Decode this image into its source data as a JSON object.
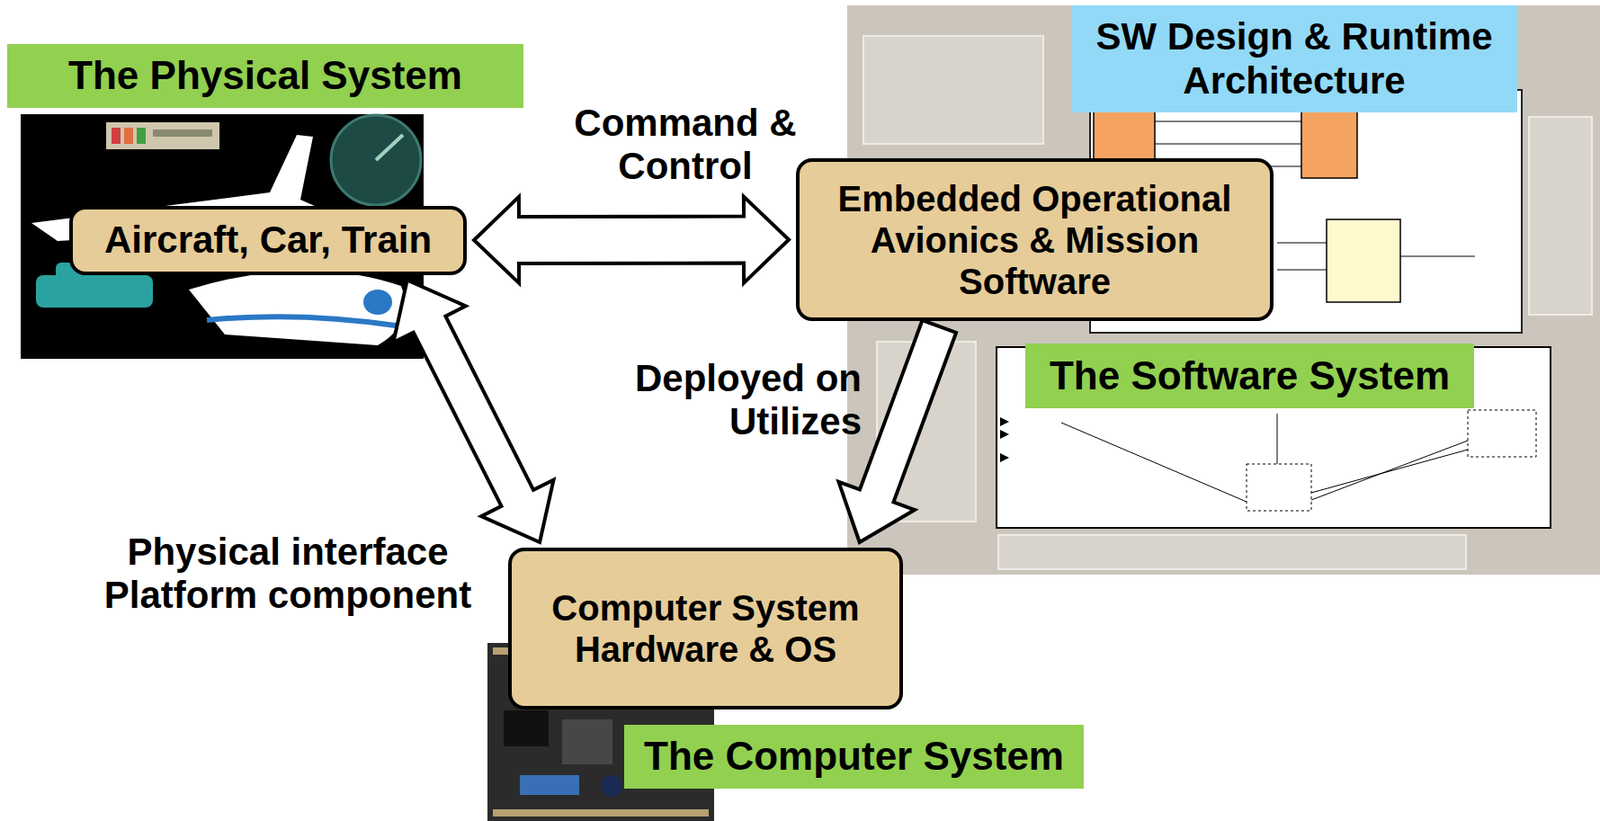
{
  "diagram": {
    "nodes": [
      {
        "text": [
          "The Physical System"
        ]
      },
      {
        "text": [
          "SW Design & Runtime Architecture"
        ]
      },
      {
        "text": [
          "Aircraft, Car, Train"
        ]
      },
      {
        "text": [
          "Embedded Operational Avionics & Mission Software"
        ]
      },
      {
        "text": [
          "The Software System"
        ]
      },
      {
        "text": [
          "Computer System Hardware & OS"
        ]
      },
      {
        "text": [
          "The Computer System"
        ]
      }
    ],
    "edges": [
      {
        "from": 2,
        "to": 3,
        "label": "Command & Control",
        "arrow": "both"
      },
      {
        "from": 3,
        "to": 5,
        "label": "Deployed on Utilizes",
        "arrow": "to"
      },
      {
        "from": 5,
        "to": 2,
        "label": "Physical interface Platform component",
        "arrow": "both"
      }
    ]
  }
}
